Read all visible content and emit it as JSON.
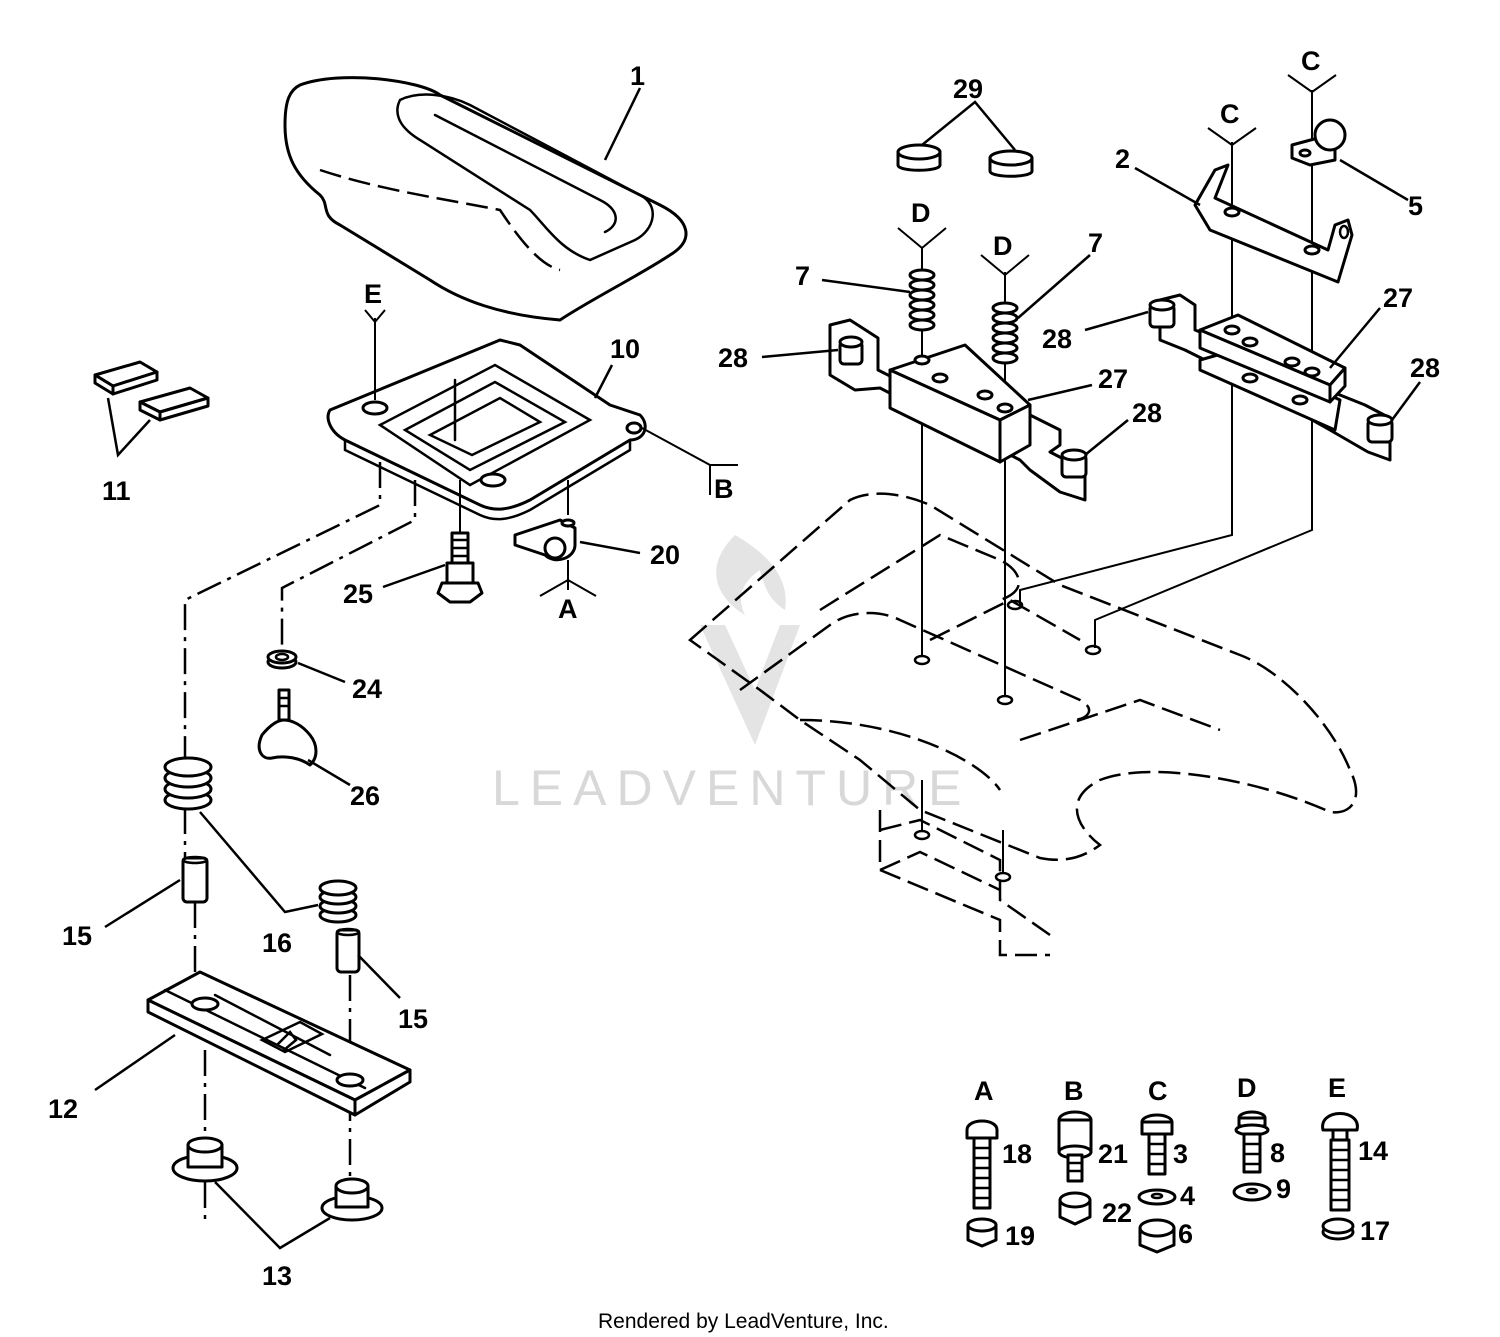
{
  "diagram": {
    "callouts": {
      "p1": "1",
      "p2": "2",
      "p3": "3",
      "p4": "4",
      "p5": "5",
      "p6": "6",
      "p7a": "7",
      "p7b": "7",
      "p8": "8",
      "p9": "9",
      "p10": "10",
      "p11": "11",
      "p12": "12",
      "p13": "13",
      "p14": "14",
      "p15a": "15",
      "p15b": "15",
      "p16": "16",
      "p17": "17",
      "p18": "18",
      "p19": "19",
      "p20": "20",
      "p21": "21",
      "p22": "22",
      "p24": "24",
      "p25": "25",
      "p26": "26",
      "p27a": "27",
      "p27b": "27",
      "p28a": "28",
      "p28b": "28",
      "p28c": "28",
      "p28d": "28",
      "p29": "29"
    },
    "refs": {
      "a_on_clamp": "A",
      "b_on_plate": "B",
      "e_on_plate": "E",
      "c_left": "C",
      "c_right": "C",
      "d_left": "D",
      "d_right": "D"
    },
    "hardware_groups": [
      {
        "letter": "A",
        "parts": [
          "18",
          "19"
        ]
      },
      {
        "letter": "B",
        "parts": [
          "21",
          "22"
        ]
      },
      {
        "letter": "C",
        "parts": [
          "3",
          "4",
          "6"
        ]
      },
      {
        "letter": "D",
        "parts": [
          "8",
          "9"
        ]
      },
      {
        "letter": "E",
        "parts": [
          "14",
          "17"
        ]
      }
    ],
    "watermark": "LEADVENTURE",
    "footer": "Rendered by LeadVenture, Inc."
  }
}
